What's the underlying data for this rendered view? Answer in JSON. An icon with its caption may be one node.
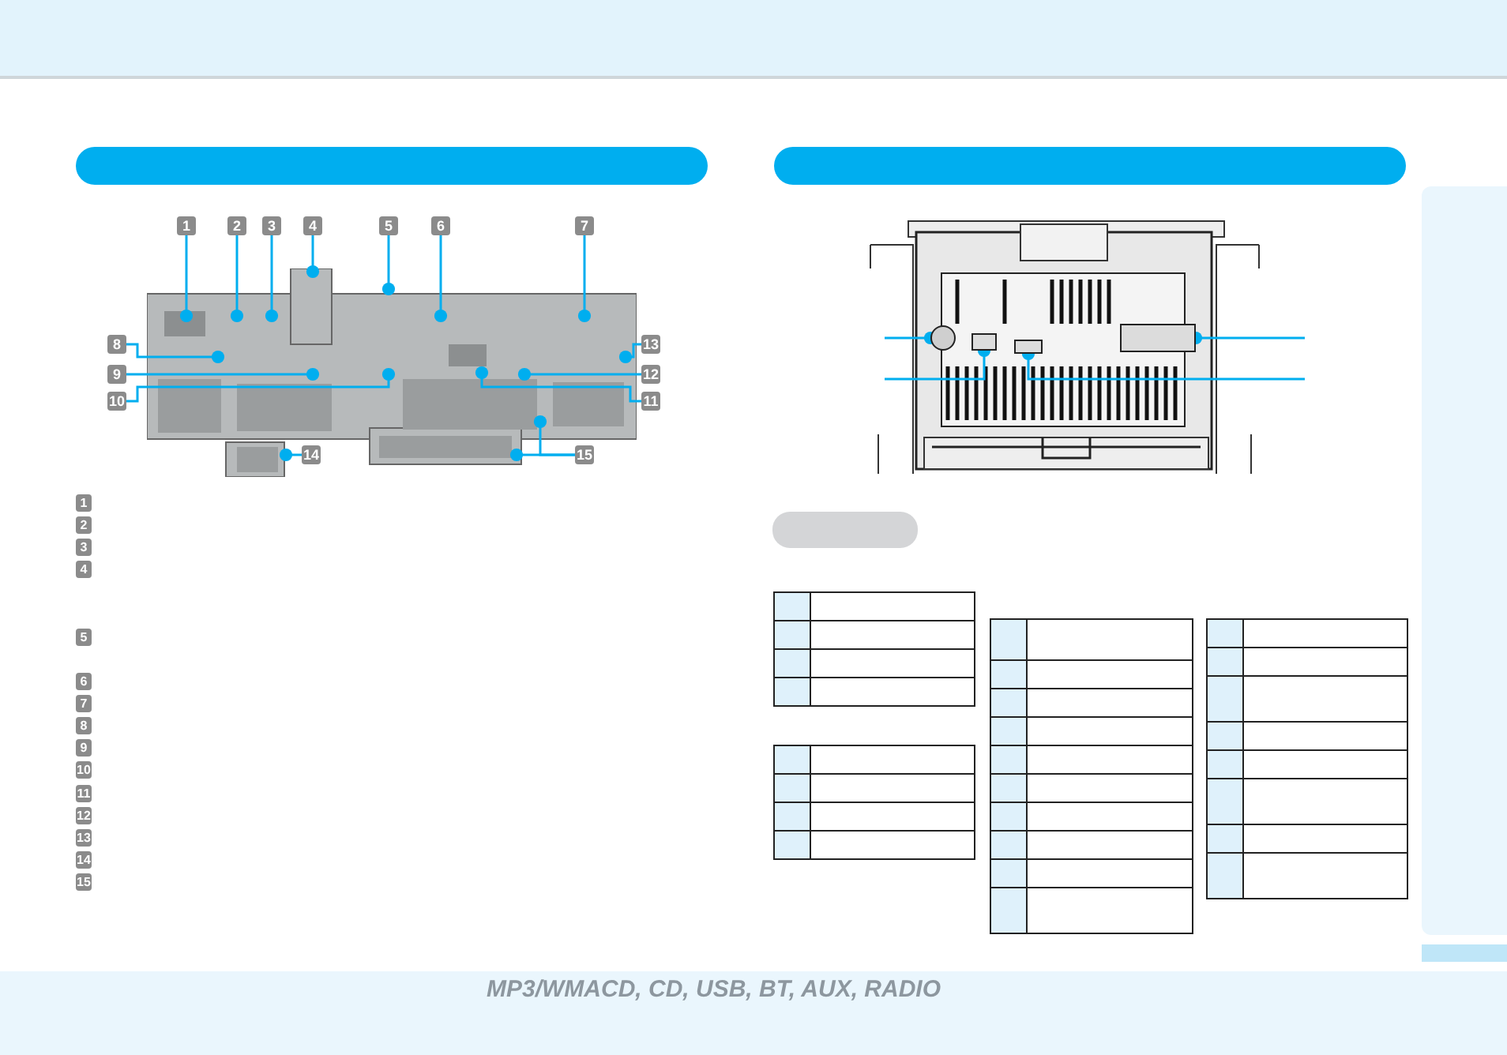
{
  "diagram": {
    "nodes": [
      {
        "text": [
          "1"
        ]
      },
      {
        "text": [
          "2"
        ]
      },
      {
        "text": [
          "3"
        ]
      },
      {
        "text": [
          "4"
        ]
      },
      {
        "text": [
          "5"
        ]
      },
      {
        "text": [
          "6"
        ]
      },
      {
        "text": [
          "7"
        ]
      },
      {
        "text": [
          "8"
        ]
      },
      {
        "text": [
          "9"
        ]
      },
      {
        "text": [
          "10"
        ]
      },
      {
        "text": [
          "11"
        ]
      },
      {
        "text": [
          "12"
        ]
      },
      {
        "text": [
          "13"
        ]
      },
      {
        "text": [
          "14"
        ]
      },
      {
        "text": [
          "15"
        ]
      },
      {
        "text": [],
        "shape": "circle"
      },
      {
        "text": [],
        "shape": "box"
      },
      {
        "text": [],
        "shape": "box"
      },
      {
        "text": [],
        "shape": "box"
      },
      {
        "text": [],
        "shape": "picture"
      },
      {
        "text": [],
        "shape": "box"
      },
      {
        "text": [],
        "shape": "box"
      }
    ],
    "edges": [
      {
        "from": 0,
        "to": 19,
        "arrow": "other"
      },
      {
        "from": 1,
        "to": 19,
        "arrow": "other"
      },
      {
        "from": 2,
        "to": 19,
        "arrow": "other"
      },
      {
        "from": 3,
        "to": 19,
        "arrow": "other"
      },
      {
        "from": 4,
        "to": 19,
        "arrow": "other"
      },
      {
        "from": 5,
        "to": 19,
        "arrow": "other"
      },
      {
        "from": 6,
        "to": 19,
        "arrow": "other"
      },
      {
        "from": 7,
        "to": 19,
        "arrow": "other"
      },
      {
        "from": 8,
        "to": 19,
        "arrow": "other"
      },
      {
        "from": 9,
        "to": 19,
        "arrow": "other"
      },
      {
        "from": 10,
        "to": 19,
        "arrow": "other"
      },
      {
        "from": 11,
        "to": 19,
        "arrow": "other"
      },
      {
        "from": 12,
        "to": 19,
        "arrow": "other"
      },
      {
        "from": 13,
        "to": 19,
        "arrow": "other"
      },
      {
        "from": 14,
        "to": 19,
        "arrow": "other"
      },
      {
        "from": 14,
        "to": 19,
        "arrow": "other"
      },
      {
        "from": null,
        "to": 15,
        "arrow": "other"
      },
      {
        "from": null,
        "to": 16,
        "arrow": "other"
      },
      {
        "from": null,
        "to": 17,
        "arrow": "other"
      },
      {
        "from": null,
        "to": 18,
        "arrow": "other"
      }
    ],
    "labels": [
      "1",
      "2",
      "3",
      "4",
      "5",
      "6",
      "7",
      "8",
      "9",
      "10",
      "11",
      "12",
      "13",
      "14",
      "15",
      "MP3/WMACD, CD, USB, BT, AUX, RADIO"
    ]
  }
}
